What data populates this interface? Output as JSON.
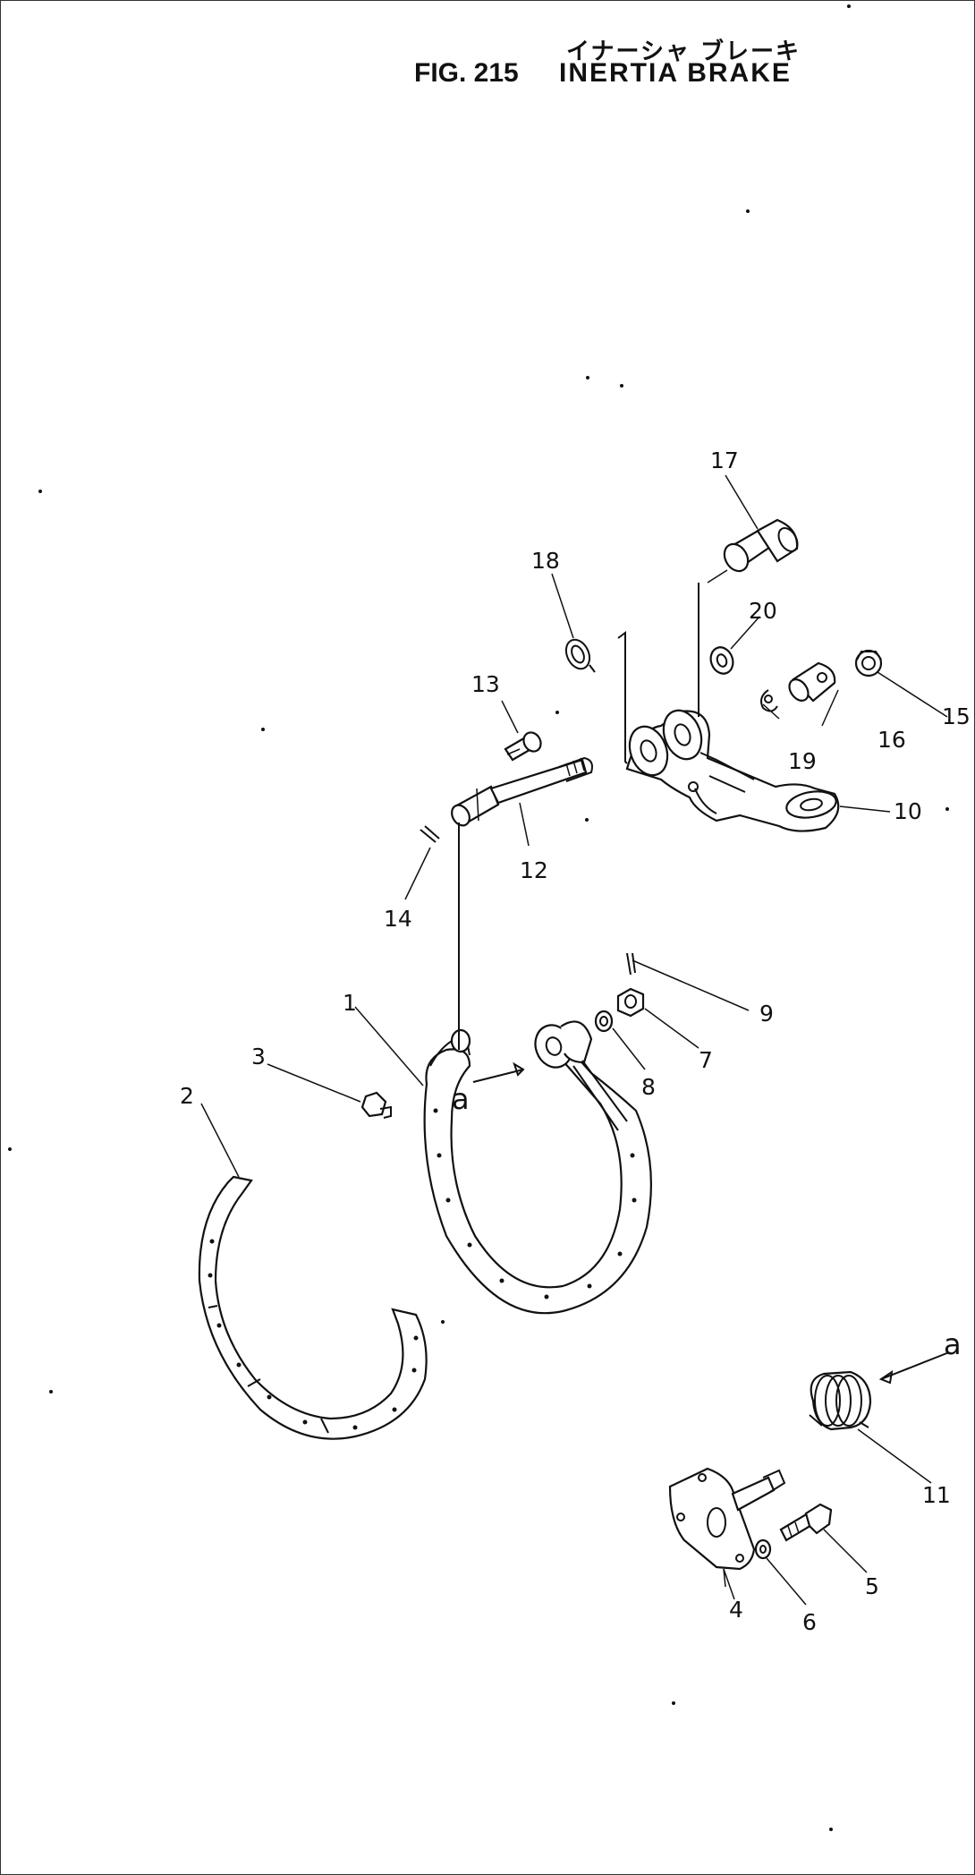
{
  "title": {
    "japanese": "イナーシャ ブレーキ",
    "figure": "FIG. 215",
    "name": "INERTIA BRAKE"
  },
  "callouts": [
    {
      "id": "1",
      "label": "1"
    },
    {
      "id": "2",
      "label": "2"
    },
    {
      "id": "3",
      "label": "3"
    },
    {
      "id": "4",
      "label": "4"
    },
    {
      "id": "5",
      "label": "5"
    },
    {
      "id": "6",
      "label": "6"
    },
    {
      "id": "7",
      "label": "7"
    },
    {
      "id": "8",
      "label": "8"
    },
    {
      "id": "9",
      "label": "9"
    },
    {
      "id": "10",
      "label": "10"
    },
    {
      "id": "11",
      "label": "11"
    },
    {
      "id": "12",
      "label": "12"
    },
    {
      "id": "13",
      "label": "13"
    },
    {
      "id": "14",
      "label": "14"
    },
    {
      "id": "15",
      "label": "15"
    },
    {
      "id": "16",
      "label": "16"
    },
    {
      "id": "17",
      "label": "17"
    },
    {
      "id": "18",
      "label": "18"
    },
    {
      "id": "19",
      "label": "19"
    },
    {
      "id": "20",
      "label": "20"
    }
  ],
  "connectors": {
    "a": "a"
  }
}
